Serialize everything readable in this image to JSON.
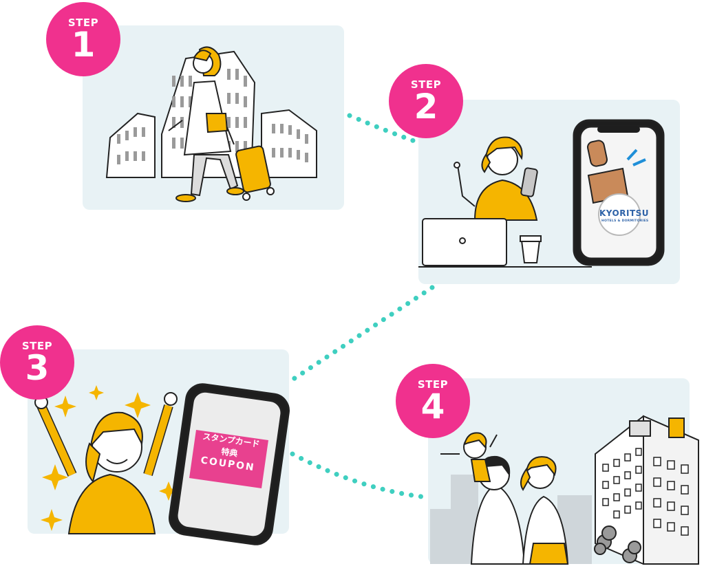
{
  "steps": [
    {
      "label": "STEP",
      "number": "1",
      "scene": "traveler-walking-with-suitcase"
    },
    {
      "label": "STEP",
      "number": "2",
      "scene": "woman-with-phone-and-laptop"
    },
    {
      "label": "STEP",
      "number": "3",
      "scene": "celebrating-woman-with-coupon-phone"
    },
    {
      "label": "STEP",
      "number": "4",
      "scene": "family-at-hotel"
    }
  ],
  "stamp": {
    "brand": "KYORITSU",
    "subtitle": "HOTELS & DORMITORIES"
  },
  "coupon": {
    "line1": "スタンプカード",
    "line2": "特典",
    "line3": "COUPON"
  },
  "colors": {
    "badge": "#f0318e",
    "panel": "#e8f2f5",
    "accent_yellow": "#f5b500",
    "connector_dots": "#3fcfc0",
    "coupon_pink": "#e8418f",
    "stamp_blue": "#2f63a8"
  },
  "icons": [
    "sparkle-icon",
    "stamp-icon",
    "suitcase-icon",
    "laptop-icon",
    "coffee-cup-icon"
  ]
}
